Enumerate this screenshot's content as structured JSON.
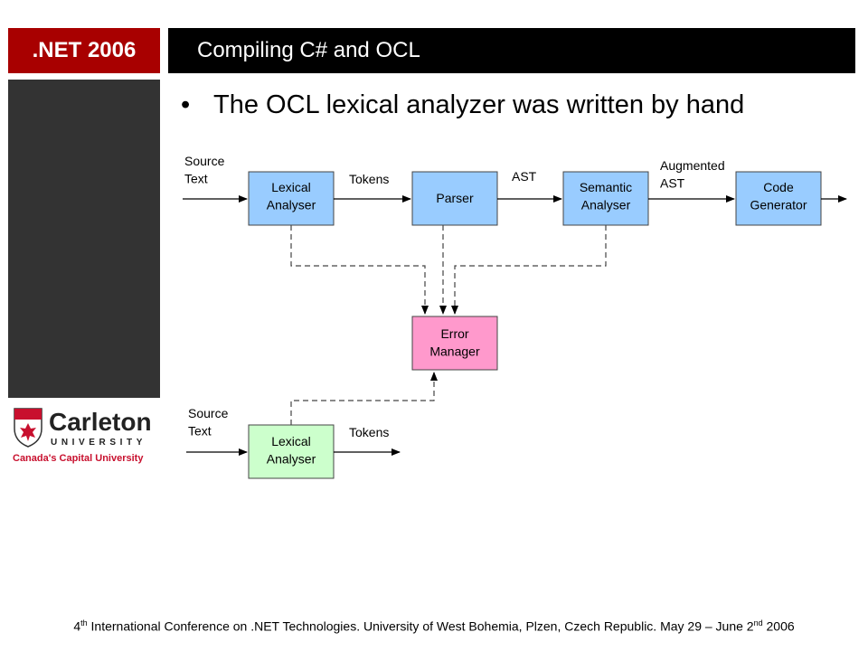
{
  "header": {
    "badge": ".NET 2006",
    "title": "Compiling C# and OCL"
  },
  "logo": {
    "name": "Carleton",
    "subtitle": "UNIVERSITY",
    "tagline": "Canada's Capital University"
  },
  "content": {
    "bullet": "The OCL lexical analyzer was written by hand"
  },
  "diagram": {
    "top_input": "Source\nText",
    "boxes": [
      "Lexical\nAnalyser",
      "Parser",
      "Semantic\nAnalyser",
      "Code\nGenerator"
    ],
    "edges": [
      "Tokens",
      "AST",
      "Augmented\nAST"
    ],
    "error_box": "Error\nManager",
    "bottom_input": "Source\nText",
    "bottom_box": "Lexical\nAnalyser",
    "bottom_output": "Tokens"
  },
  "footer": {
    "p1": "4",
    "sup1": "th",
    "p2": " International Conference on .NET Technologies.  University of West Bohemia, Plzen, Czech Republic.  May 29 – June 2",
    "sup2": "nd",
    "p3": " 2006"
  },
  "colors": {
    "badge": "#a80000",
    "sidebar": "#333333",
    "blue_box": "#99ccff",
    "pink_box": "#ff99cc",
    "green_box": "#ccffcc"
  }
}
